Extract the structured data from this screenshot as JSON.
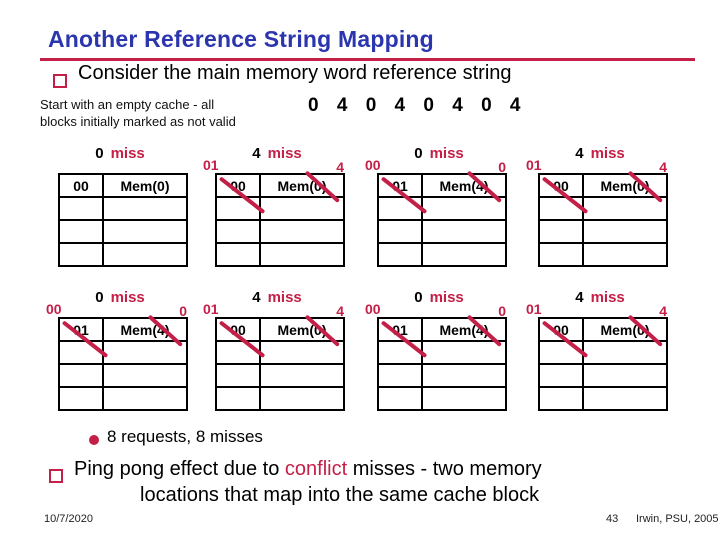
{
  "slide": {
    "title": "Another Reference String Mapping",
    "bullet1": "Consider the main memory word reference string",
    "note_line1": "Start with an empty cache - all",
    "note_line2": "blocks initially marked as not valid",
    "reference_string": "0 4 0 4 0 4 0 4",
    "requests_bullet": "8 requests, 8 misses",
    "pingpong_pre": "Ping pong effect due to ",
    "pingpong_highlight": "conflict",
    "pingpong_post": " misses - two memory",
    "pingpong_line2": "locations that map into the same cache block",
    "footer": {
      "date": "10/7/2020",
      "page": "43",
      "credit": "Irwin, PSU, 2005"
    }
  },
  "colors": {
    "title_blue": "#2B35AE",
    "accent_red": "#C31F47",
    "text_black": "#000000",
    "background": "#FFFFFF"
  },
  "icons": {
    "square_bullet": "hollow-red-square",
    "round_bullet": "filled-red-circle",
    "strikethrough": "red-diagonal-slash"
  },
  "tables": [
    {
      "access": "0",
      "result": "miss",
      "corner_label": "",
      "corner_digit": "",
      "tag": "00",
      "content": "Mem(0)",
      "struck": false
    },
    {
      "access": "4",
      "result": "miss",
      "corner_label": "01",
      "corner_digit": "4",
      "tag": "00",
      "content": "Mem(0)",
      "struck": true
    },
    {
      "access": "0",
      "result": "miss",
      "corner_label": "00",
      "corner_digit": "0",
      "tag": "01",
      "content": "Mem(4)",
      "struck": true
    },
    {
      "access": "4",
      "result": "miss",
      "corner_label": "01",
      "corner_digit": "4",
      "tag": "00",
      "content": "Mem(0)",
      "struck": true
    },
    {
      "access": "0",
      "result": "miss",
      "corner_label": "00",
      "corner_digit": "0",
      "tag": "01",
      "content": "Mem(4)",
      "struck": true
    },
    {
      "access": "4",
      "result": "miss",
      "corner_label": "01",
      "corner_digit": "4",
      "tag": "00",
      "content": "Mem(0)",
      "struck": true
    },
    {
      "access": "0",
      "result": "miss",
      "corner_label": "00",
      "corner_digit": "0",
      "tag": "01",
      "content": "Mem(4)",
      "struck": true
    },
    {
      "access": "4",
      "result": "miss",
      "corner_label": "01",
      "corner_digit": "4",
      "tag": "00",
      "content": "Mem(0)",
      "struck": true
    }
  ]
}
